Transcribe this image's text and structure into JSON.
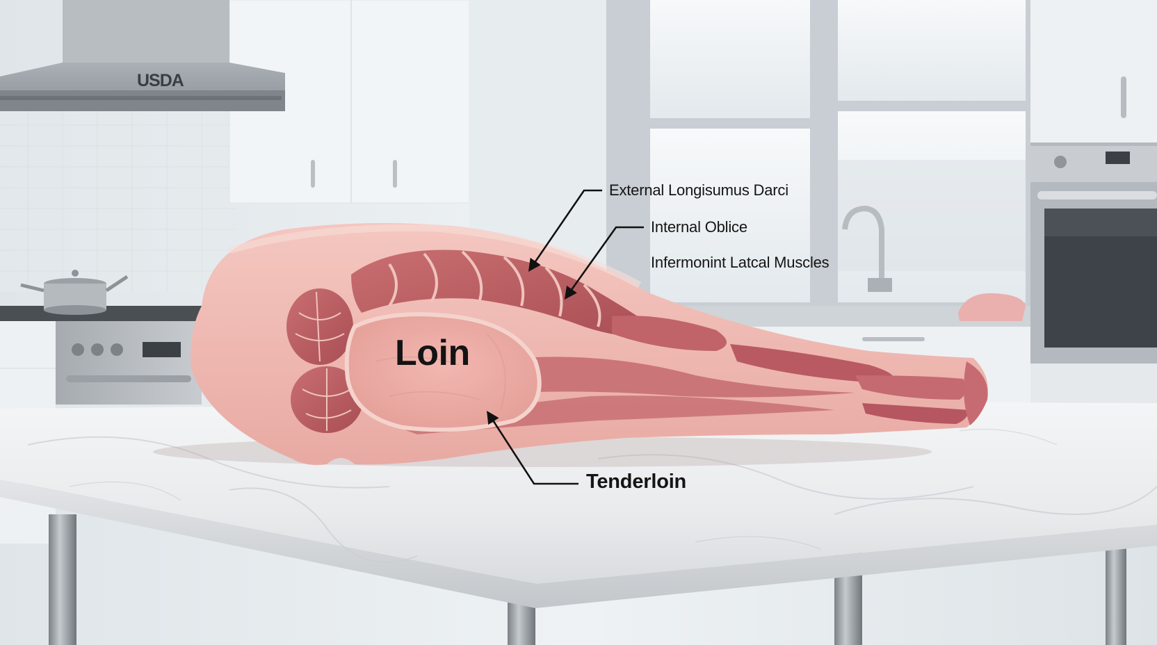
{
  "scene": {
    "hood_brand": "USDA"
  },
  "annotations": {
    "external": "External Longisumus Darci",
    "internal": "Internal Oblice",
    "infermonint": "Infermonint Latcal Muscles",
    "loin": "Loin",
    "tenderloin": "Tenderloin"
  }
}
